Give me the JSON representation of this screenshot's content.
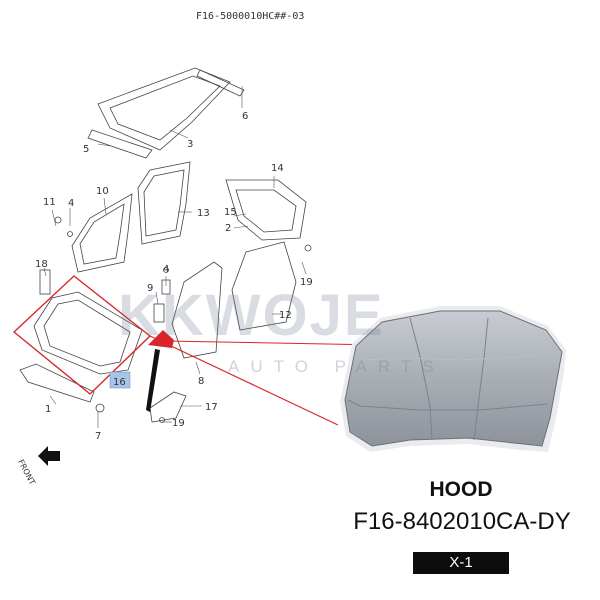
{
  "header": {
    "code": "F16-5000010HC##-03"
  },
  "callouts": [
    {
      "id": "c1",
      "label": "1"
    },
    {
      "id": "c2",
      "label": "2"
    },
    {
      "id": "c3",
      "label": "3"
    },
    {
      "id": "c4a",
      "label": "4"
    },
    {
      "id": "c4b",
      "label": "4"
    },
    {
      "id": "c5",
      "label": "5"
    },
    {
      "id": "c6",
      "label": "6"
    },
    {
      "id": "c7",
      "label": "7"
    },
    {
      "id": "c8",
      "label": "8"
    },
    {
      "id": "c9",
      "label": "9"
    },
    {
      "id": "c10",
      "label": "10"
    },
    {
      "id": "c11",
      "label": "11"
    },
    {
      "id": "c12",
      "label": "12"
    },
    {
      "id": "c13",
      "label": "13"
    },
    {
      "id": "c14",
      "label": "14"
    },
    {
      "id": "c15",
      "label": "15"
    },
    {
      "id": "c16",
      "label": "16"
    },
    {
      "id": "c17",
      "label": "17"
    },
    {
      "id": "c18",
      "label": "18"
    },
    {
      "id": "c19a",
      "label": "19"
    },
    {
      "id": "c19b",
      "label": "19"
    }
  ],
  "front_label": "FRONT",
  "watermark": {
    "brand": "KKWOJE",
    "sub": "AUTO PARTS"
  },
  "product": {
    "name": "HOOD",
    "part_number": "F16-8402010CA-DY",
    "badge": "X-1"
  },
  "colors": {
    "highlight": "#d9262b",
    "hood": "#a9aeb5",
    "badge_bg": "#0c0c0c",
    "callout_16_bg": "#a8c4e6"
  }
}
